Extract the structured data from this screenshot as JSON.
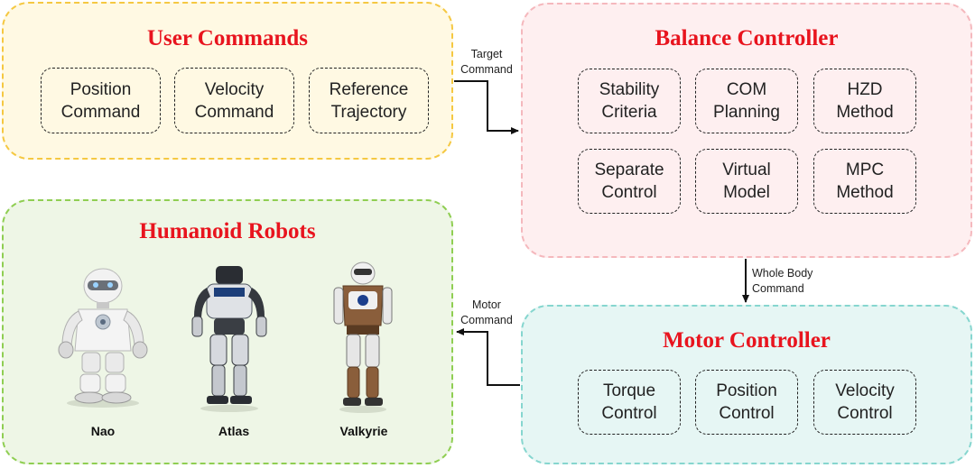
{
  "user_commands": {
    "title": "User Commands",
    "items": [
      {
        "line1": "Position",
        "line2": "Command"
      },
      {
        "line1": "Velocity",
        "line2": "Command"
      },
      {
        "line1": "Reference",
        "line2": "Trajectory"
      }
    ]
  },
  "balance_controller": {
    "title": "Balance Controller",
    "items": [
      {
        "line1": "Stability",
        "line2": "Criteria"
      },
      {
        "line1": "COM",
        "line2": "Planning"
      },
      {
        "line1": "HZD",
        "line2": "Method"
      },
      {
        "line1": "Separate",
        "line2": "Control"
      },
      {
        "line1": "Virtual",
        "line2": "Model"
      },
      {
        "line1": "MPC",
        "line2": "Method"
      }
    ]
  },
  "humanoid_robots": {
    "title": "Humanoid Robots",
    "robots": [
      "Nao",
      "Atlas",
      "Valkyrie"
    ]
  },
  "motor_controller": {
    "title": "Motor Controller",
    "items": [
      {
        "line1": "Torque",
        "line2": "Control"
      },
      {
        "line1": "Position",
        "line2": "Control"
      },
      {
        "line1": "Velocity",
        "line2": "Control"
      }
    ]
  },
  "connections": {
    "target": {
      "line1": "Target",
      "line2": "Command"
    },
    "whole_body": {
      "line1": "Whole Body",
      "line2": "Command"
    },
    "motor": {
      "line1": "Motor",
      "line2": "Command"
    }
  },
  "colors": {
    "title_red": "#e8141e",
    "user_bg": "#fff9e3",
    "user_border": "#f5c842",
    "balance_bg": "#feeff0",
    "balance_border": "#f5b8bd",
    "robots_bg": "#eef6e6",
    "robots_border": "#8fce52",
    "motor_bg": "#e6f6f4",
    "motor_border": "#86d6cf"
  }
}
